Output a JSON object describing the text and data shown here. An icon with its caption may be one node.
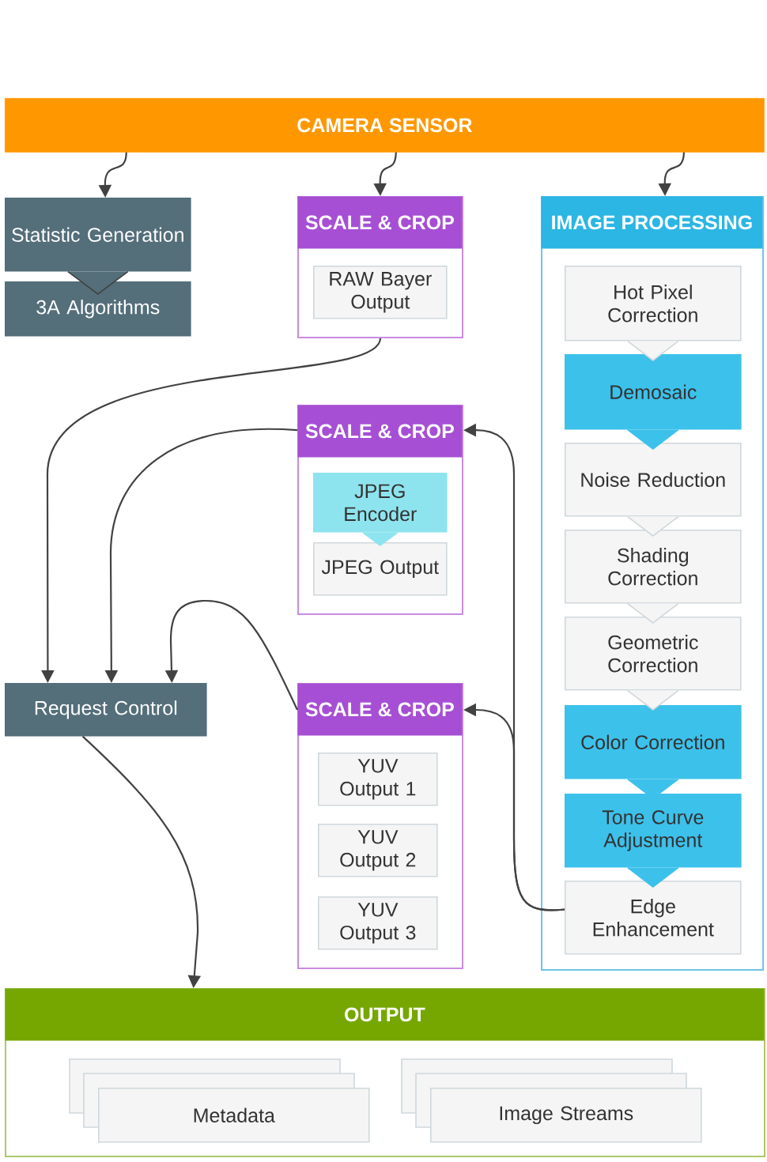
{
  "diagram": {
    "nodes": [
      {
        "text": [
          "CAMERA SENSOR"
        ]
      },
      {
        "text": [
          "Statistic Generation"
        ]
      },
      {
        "text": [
          "3A Algorithms"
        ]
      },
      {
        "text": [
          "SCALE & CROP"
        ]
      },
      {
        "text": [
          "RAW Bayer Output"
        ],
        "in": 3
      },
      {
        "text": [
          "IMAGE PROCESSING"
        ]
      },
      {
        "text": [
          "Hot Pixel Correction"
        ],
        "in": 5
      },
      {
        "text": [
          "Demosaic"
        ],
        "in": 5
      },
      {
        "text": [
          "Noise Reduction"
        ],
        "in": 5
      },
      {
        "text": [
          "Shading Correction"
        ],
        "in": 5
      },
      {
        "text": [
          "Geometric Correction"
        ],
        "in": 5
      },
      {
        "text": [
          "Color Correction"
        ],
        "in": 5
      },
      {
        "text": [
          "Tone Curve Adjustment"
        ],
        "in": 5
      },
      {
        "text": [
          "Edge Enhancement"
        ],
        "in": 5
      },
      {
        "text": [
          "SCALE & CROP"
        ]
      },
      {
        "text": [
          "JPEG Encoder"
        ],
        "in": 14
      },
      {
        "text": [
          "JPEG Output"
        ],
        "in": 14
      },
      {
        "text": [
          "Request Control"
        ]
      },
      {
        "text": [
          "SCALE & CROP"
        ]
      },
      {
        "text": [
          "YUV Output 1"
        ],
        "in": 18
      },
      {
        "text": [
          "YUV Output 2"
        ],
        "in": 18
      },
      {
        "text": [
          "YUV Output 3"
        ],
        "in": 18
      },
      {
        "text": [
          "OUTPUT"
        ]
      },
      {
        "text": [
          "Metadata"
        ],
        "in": 22
      },
      {
        "text": [
          "Image Streams"
        ],
        "in": 22
      }
    ],
    "edges": [
      {
        "from": 0,
        "to": 1,
        "arrow": "to"
      },
      {
        "from": 0,
        "to": 3,
        "arrow": "to"
      },
      {
        "from": 0,
        "to": 5,
        "arrow": "to"
      },
      {
        "from": 1,
        "to": 2,
        "arrow": "to"
      },
      {
        "from": 3,
        "to": 17,
        "arrow": "to"
      },
      {
        "from": 14,
        "to": 17,
        "arrow": "to"
      },
      {
        "from": 18,
        "to": 17,
        "arrow": "to"
      },
      {
        "from": 13,
        "to": 14,
        "arrow": "to"
      },
      {
        "from": 13,
        "to": 18,
        "arrow": "to"
      },
      {
        "from": 17,
        "to": 22,
        "arrow": "to"
      },
      {
        "from": 6,
        "to": 7,
        "arrow": "to",
        "color": "#cfd8dc"
      },
      {
        "from": 7,
        "to": 8,
        "arrow": "to",
        "color": "#3cc1eb"
      },
      {
        "from": 8,
        "to": 9,
        "arrow": "to",
        "color": "#cfd8dc"
      },
      {
        "from": 9,
        "to": 10,
        "arrow": "to",
        "color": "#cfd8dc"
      },
      {
        "from": 10,
        "to": 11,
        "arrow": "to",
        "color": "#cfd8dc"
      },
      {
        "from": 11,
        "to": 12,
        "arrow": "to",
        "color": "#3cc1eb"
      },
      {
        "from": 12,
        "to": 13,
        "arrow": "to",
        "color": "#3cc1eb"
      },
      {
        "from": 15,
        "to": 16,
        "arrow": "to",
        "color": "#8ee4ee"
      }
    ]
  }
}
